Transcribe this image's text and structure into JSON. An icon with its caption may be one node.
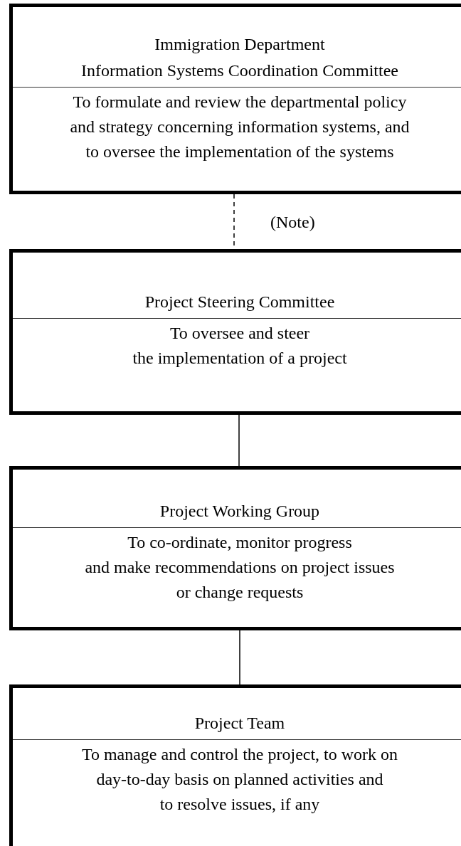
{
  "diagram": {
    "nodes": [
      {
        "text": [
          "Immigration Department Information Systems Coordination Committee",
          "To formulate and review the departmental policy and strategy concerning information systems, and to oversee the implementation of the systems"
        ]
      },
      {
        "text": [
          "Project Steering Committee",
          "To oversee and steer the implementation of a project"
        ]
      },
      {
        "text": [
          "Project Working Group",
          "To co-ordinate, monitor progress and make recommendations on project issues or change requests"
        ]
      },
      {
        "text": [
          "Project Team",
          "To manage and control the project, to work on day-to-day basis on planned activities and to resolve issues, if any"
        ]
      }
    ],
    "edges": [
      {
        "from": 0,
        "to": 1,
        "arrow": "none",
        "style": "dashed",
        "label": "(Note)"
      },
      {
        "from": 1,
        "to": 2,
        "arrow": "none"
      },
      {
        "from": 2,
        "to": 3,
        "arrow": "none"
      }
    ]
  }
}
